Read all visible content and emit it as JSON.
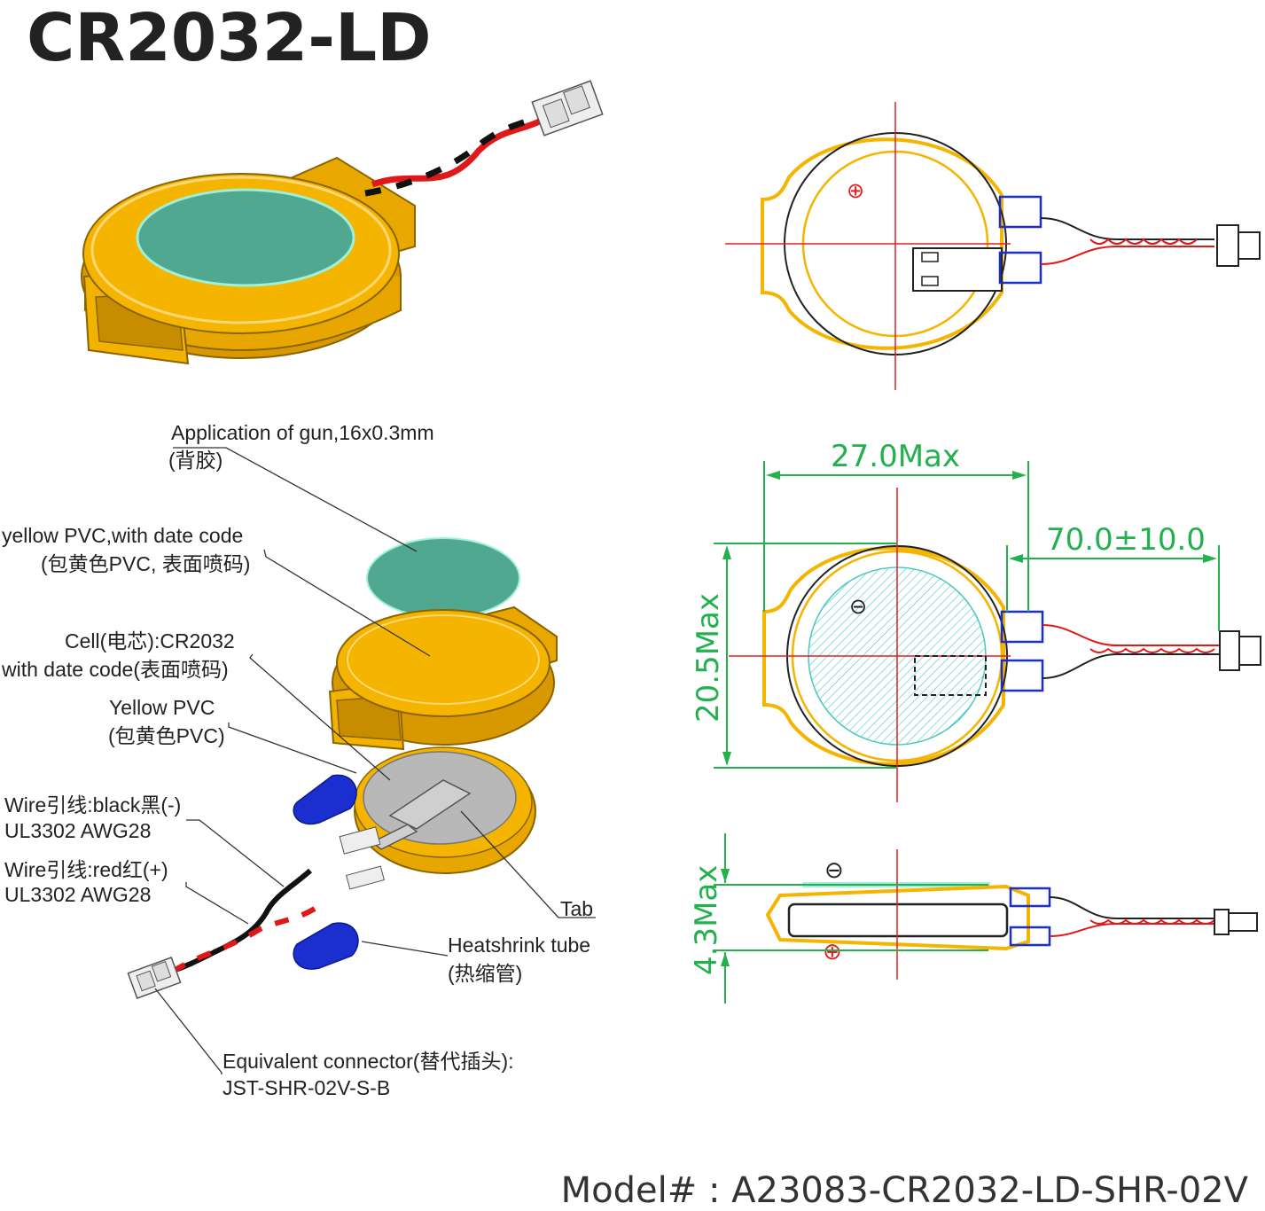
{
  "title": "CR2032-LD",
  "model": "Model# : A23083-CR2032-LD-SHR-02V",
  "labels": {
    "gum_1": "Application of gun,16x0.3mm",
    "gum_2": "(背胶)",
    "pvc_top_1": "yellow PVC,with date code",
    "pvc_top_2": "(包黄色PVC, 表面喷码)",
    "cell_1": "Cell(电芯):CR2032",
    "cell_2": "with date code(表面喷码)",
    "pvc_bottom_1": "Yellow PVC",
    "pvc_bottom_2": "(包黄色PVC)",
    "wire_black_1": "Wire引线:black黑(-)",
    "wire_black_2": "UL3302 AWG28",
    "wire_red_1": "Wire引线:red红(+)",
    "wire_red_2": "UL3302 AWG28",
    "tab": "Tab",
    "heatshrink_1": "Heatshrink tube",
    "heatshrink_2": "(热缩管)",
    "connector_1": "Equivalent connector(替代插头):",
    "connector_2": "JST-SHR-02V-S-B"
  },
  "dimensions": {
    "width": "27.0Max",
    "lead": "70.0±10.0",
    "height": "20.5Max",
    "thickness": "4.3Max"
  },
  "symbols": {
    "plus": "⊕",
    "minus": "⊖"
  },
  "colors": {
    "pvc_yellow": "#F5B400",
    "pvc_dark": "#8a6400",
    "gum_green": "#4fa88f",
    "centerline_red": "#e02020",
    "dimension_green": "#22b14c",
    "heatshrink_blue": "#1b2fd0",
    "cell_gray": "#b8b8b8",
    "wire_red": "#e01818",
    "text_dark": "#222222"
  }
}
